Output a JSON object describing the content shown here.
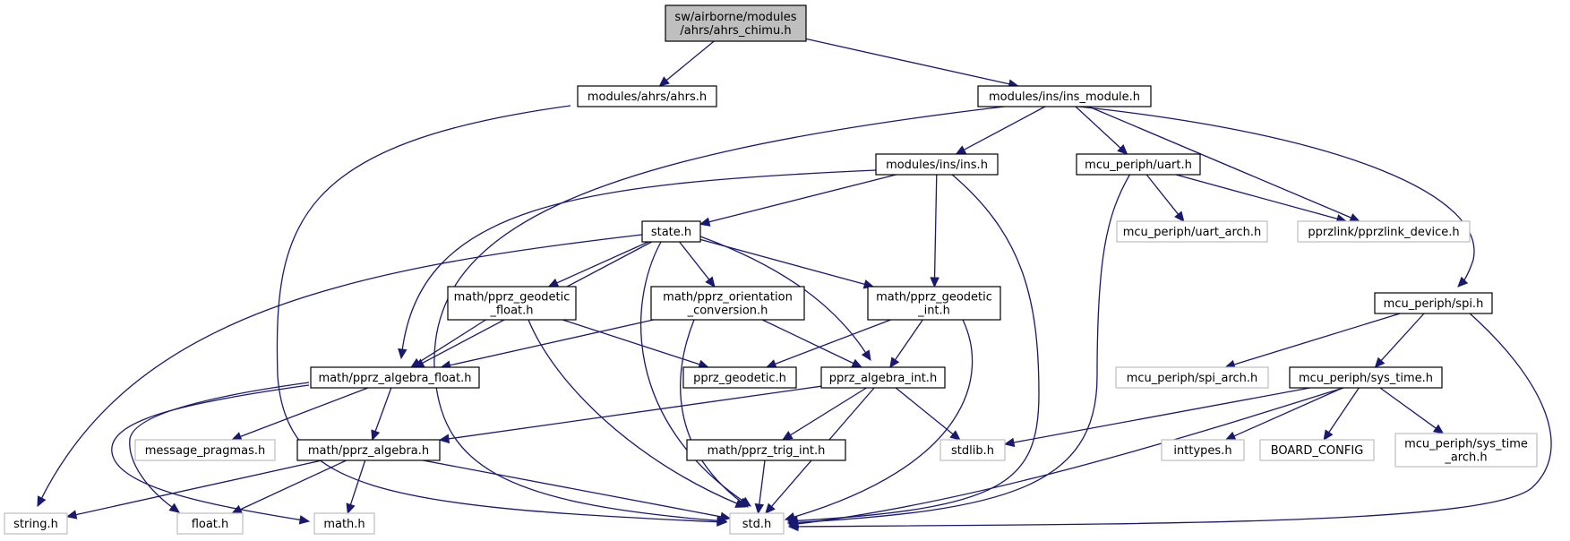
{
  "colors": {
    "edge": "#191970",
    "main_fill": "#bfbfbf",
    "local_border": "#000000",
    "external_border": "#bfbfbf"
  },
  "nodes": {
    "ahrs_chimu": {
      "lines": [
        "sw/airborne/modules",
        "/ahrs/ahrs_chimu.h"
      ],
      "kind": "main"
    },
    "ahrs_h": {
      "lines": [
        "modules/ahrs/ahrs.h"
      ],
      "kind": "local"
    },
    "ins_module": {
      "lines": [
        "modules/ins/ins_module.h"
      ],
      "kind": "local"
    },
    "ins_h": {
      "lines": [
        "modules/ins/ins.h"
      ],
      "kind": "local"
    },
    "uart_h": {
      "lines": [
        "mcu_periph/uart.h"
      ],
      "kind": "local"
    },
    "state_h": {
      "lines": [
        "state.h"
      ],
      "kind": "local"
    },
    "uart_arch": {
      "lines": [
        "mcu_periph/uart_arch.h"
      ],
      "kind": "external"
    },
    "pprzlink_device": {
      "lines": [
        "pprzlink/pprzlink_device.h"
      ],
      "kind": "external"
    },
    "spi_h": {
      "lines": [
        "mcu_periph/spi.h"
      ],
      "kind": "local"
    },
    "geodetic_float": {
      "lines": [
        "math/pprz_geodetic",
        "_float.h"
      ],
      "kind": "local"
    },
    "orientation_conv": {
      "lines": [
        "math/pprz_orientation",
        "_conversion.h"
      ],
      "kind": "local"
    },
    "geodetic_int": {
      "lines": [
        "math/pprz_geodetic",
        "_int.h"
      ],
      "kind": "local"
    },
    "algebra_float": {
      "lines": [
        "math/pprz_algebra_float.h"
      ],
      "kind": "local"
    },
    "pprz_geodetic": {
      "lines": [
        "pprz_geodetic.h"
      ],
      "kind": "local"
    },
    "algebra_int": {
      "lines": [
        "pprz_algebra_int.h"
      ],
      "kind": "local"
    },
    "spi_arch": {
      "lines": [
        "mcu_periph/spi_arch.h"
      ],
      "kind": "external"
    },
    "sys_time": {
      "lines": [
        "mcu_periph/sys_time.h"
      ],
      "kind": "local"
    },
    "message_pragmas": {
      "lines": [
        "message_pragmas.h"
      ],
      "kind": "external"
    },
    "algebra_h": {
      "lines": [
        "math/pprz_algebra.h"
      ],
      "kind": "local"
    },
    "trig_int": {
      "lines": [
        "math/pprz_trig_int.h"
      ],
      "kind": "local"
    },
    "stdlib_h": {
      "lines": [
        "stdlib.h"
      ],
      "kind": "external"
    },
    "inttypes_h": {
      "lines": [
        "inttypes.h"
      ],
      "kind": "external"
    },
    "board_config": {
      "lines": [
        "BOARD_CONFIG"
      ],
      "kind": "external"
    },
    "sys_time_arch": {
      "lines": [
        "mcu_periph/sys_time",
        "_arch.h"
      ],
      "kind": "external"
    },
    "string_h": {
      "lines": [
        "string.h"
      ],
      "kind": "external"
    },
    "float_h": {
      "lines": [
        "float.h"
      ],
      "kind": "external"
    },
    "math_h": {
      "lines": [
        "math.h"
      ],
      "kind": "external"
    },
    "std_h": {
      "lines": [
        "std.h"
      ],
      "kind": "external"
    }
  },
  "edges": [
    [
      "ahrs_chimu",
      "ahrs_h"
    ],
    [
      "ahrs_chimu",
      "ins_module"
    ],
    [
      "ahrs_h",
      "std_h"
    ],
    [
      "ins_module",
      "std_h"
    ],
    [
      "ins_module",
      "ins_h"
    ],
    [
      "ins_module",
      "uart_h"
    ],
    [
      "ins_module",
      "pprzlink_device"
    ],
    [
      "ins_module",
      "spi_h"
    ],
    [
      "ins_h",
      "state_h"
    ],
    [
      "ins_h",
      "algebra_float"
    ],
    [
      "ins_h",
      "geodetic_int"
    ],
    [
      "ins_h",
      "std_h"
    ],
    [
      "uart_h",
      "uart_arch"
    ],
    [
      "uart_h",
      "pprzlink_device"
    ],
    [
      "uart_h",
      "std_h"
    ],
    [
      "state_h",
      "string_h"
    ],
    [
      "state_h",
      "algebra_float"
    ],
    [
      "state_h",
      "geodetic_float"
    ],
    [
      "state_h",
      "orientation_conv"
    ],
    [
      "state_h",
      "geodetic_int"
    ],
    [
      "state_h",
      "algebra_int"
    ],
    [
      "state_h",
      "std_h"
    ],
    [
      "geodetic_float",
      "algebra_float"
    ],
    [
      "geodetic_float",
      "pprz_geodetic"
    ],
    [
      "geodetic_float",
      "std_h"
    ],
    [
      "orientation_conv",
      "algebra_float"
    ],
    [
      "orientation_conv",
      "algebra_int"
    ],
    [
      "orientation_conv",
      "std_h"
    ],
    [
      "geodetic_int",
      "pprz_geodetic"
    ],
    [
      "geodetic_int",
      "algebra_int"
    ],
    [
      "geodetic_int",
      "std_h"
    ],
    [
      "algebra_float",
      "message_pragmas"
    ],
    [
      "algebra_float",
      "algebra_h"
    ],
    [
      "algebra_float",
      "float_h"
    ],
    [
      "algebra_float",
      "math_h"
    ],
    [
      "algebra_int",
      "algebra_h"
    ],
    [
      "algebra_int",
      "trig_int"
    ],
    [
      "algebra_int",
      "stdlib_h"
    ],
    [
      "algebra_int",
      "std_h"
    ],
    [
      "algebra_h",
      "string_h"
    ],
    [
      "algebra_h",
      "float_h"
    ],
    [
      "algebra_h",
      "math_h"
    ],
    [
      "algebra_h",
      "std_h"
    ],
    [
      "trig_int",
      "std_h"
    ],
    [
      "spi_h",
      "spi_arch"
    ],
    [
      "spi_h",
      "sys_time"
    ],
    [
      "spi_h",
      "std_h"
    ],
    [
      "sys_time",
      "stdlib_h"
    ],
    [
      "sys_time",
      "inttypes_h"
    ],
    [
      "sys_time",
      "board_config"
    ],
    [
      "sys_time",
      "sys_time_arch"
    ],
    [
      "sys_time",
      "std_h"
    ]
  ]
}
